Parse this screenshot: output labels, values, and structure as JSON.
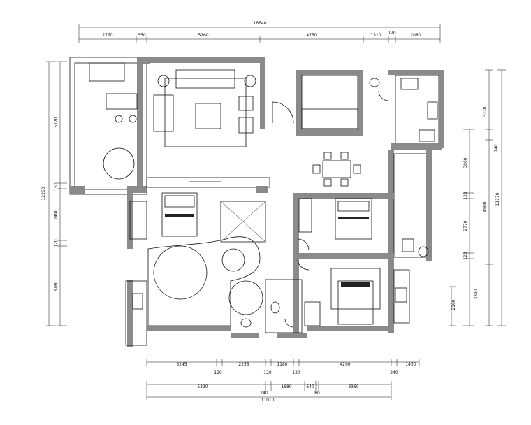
{
  "top_dimensions": {
    "total": "16640",
    "segments": [
      "2770",
      "350",
      "5260",
      "4750",
      "1310",
      "120",
      "2080"
    ]
  },
  "left_dimensions": {
    "total": "12260",
    "segments": [
      "5720",
      "150",
      "2490",
      "120",
      "3780"
    ]
  },
  "right_dimensions": {
    "inner": [
      "3000",
      "120",
      "2770",
      "120",
      "2100"
    ],
    "middle": [
      "3220",
      "240",
      "4900",
      "3390"
    ],
    "outer": "11170"
  },
  "bottom_dimensions": {
    "row1": [
      "3245",
      "120",
      "2255",
      "120",
      "1180",
      "120",
      "4290",
      "240",
      "1450"
    ],
    "row2": [
      "5320",
      "1680",
      "640",
      "3360"
    ],
    "row3": [
      "240",
      "80"
    ],
    "total": "11010"
  }
}
